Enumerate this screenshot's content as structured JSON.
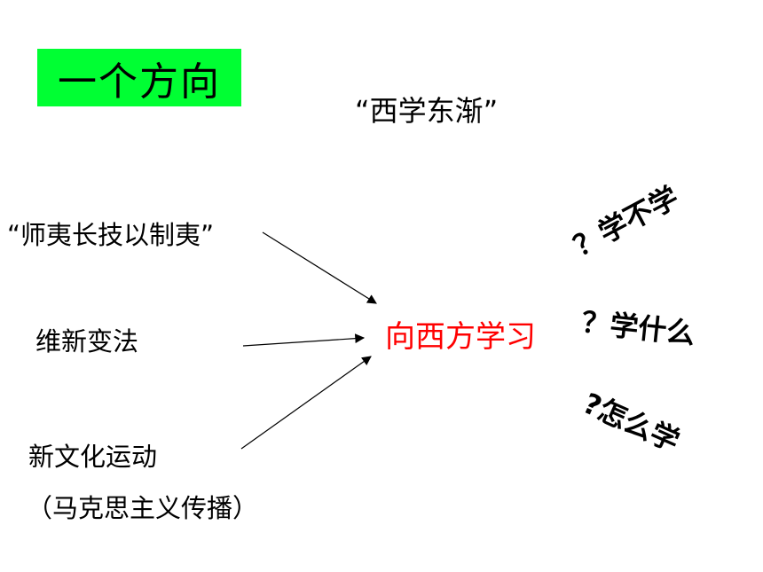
{
  "title": "一个方向",
  "subtitle": "“西学东渐”",
  "sources": [
    {
      "label": "“师夷长技以制夷”"
    },
    {
      "label": "维新变法"
    },
    {
      "label": "新文化运动",
      "note": "（马克思主义传播）"
    }
  ],
  "center": "向西方学习",
  "center_color": "#ff0000",
  "title_bg": "#00ff33",
  "questions": [
    "？学不学",
    "？学什么",
    "?怎么学"
  ]
}
